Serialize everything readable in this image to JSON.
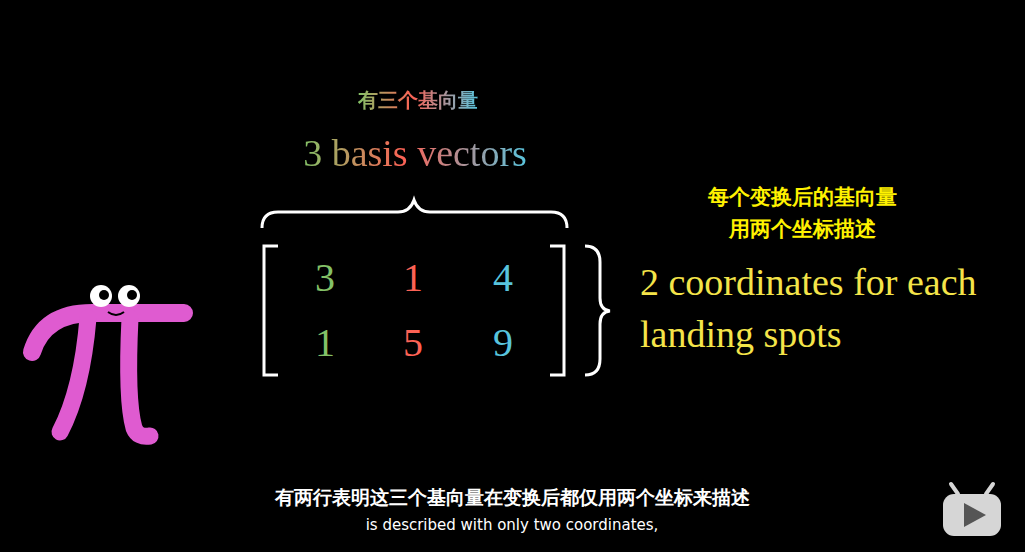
{
  "diagram": {
    "labels": [
      "有三个基向量",
      "3 basis vectors",
      "3",
      "1",
      "4",
      "1",
      "5",
      "9",
      "每个变换后的基向量 用两个坐标描述",
      "2 coordinates for each landing spots",
      "有两行表明这三个基向量在变换后都仅用两个坐标来描述",
      "is described with only two coordinates,"
    ]
  }
}
